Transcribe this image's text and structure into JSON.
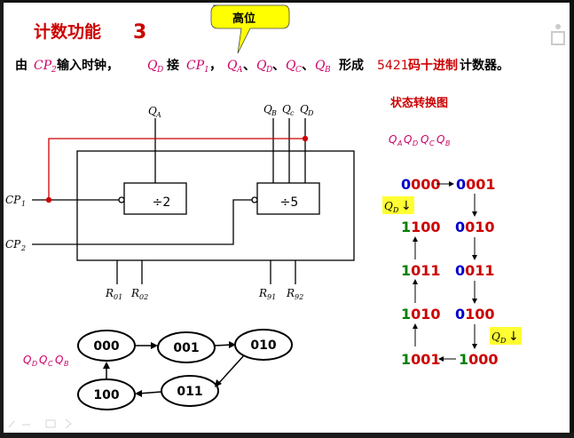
{
  "title": "计数功能",
  "title_number": "3",
  "callout": "高位",
  "subtitle": {
    "prefix": "由",
    "cp2": "CP",
    "cp2_sub": "2",
    "part1": "输入时钟，",
    "qd": "Q",
    "qd_sub": "D",
    "part2": "接",
    "cp1": "CP",
    "cp1_sub": "1",
    "comma1": "，",
    "qa": "Q",
    "qa_sub": "A",
    "sep1": "、",
    "qd2": "Q",
    "qd2_sub": "D",
    "sep2": "、",
    "qc": "Q",
    "qc_sub": "C",
    "sep3": "、",
    "qb": "Q",
    "qb_sub": "B",
    "part3": "形成",
    "code": "5421",
    "code_text": "码十进制",
    "part4": "计数器。"
  },
  "circuit": {
    "qa_label": "Q",
    "qa_sub": "A",
    "qb_label": "Q",
    "qb_sub": "B",
    "qc_label": "Q",
    "qc_sub": "c",
    "qd_label": "Q",
    "qd_sub": "D",
    "div2": "÷2",
    "div5": "÷5",
    "cp1_label": "CP",
    "cp1_sub": "1",
    "cp2_label": "CP",
    "cp2_sub": "2",
    "r01": "R",
    "r01_sub": "01",
    "r02": "R",
    "r02_sub": "02",
    "r91": "R",
    "r91_sub": "91",
    "r92": "R",
    "r92_sub": "92"
  },
  "state_diagram_small": {
    "axis_label": [
      "Q",
      "D",
      "Q",
      "C",
      "Q",
      "B"
    ],
    "states": [
      "000",
      "001",
      "010",
      "100",
      "011"
    ]
  },
  "state_diagram": {
    "title": "状态转换图",
    "header": [
      "Q",
      "A",
      "Q",
      "D",
      "Q",
      "C",
      "Q",
      "B"
    ],
    "left_column": [
      {
        "a": "0",
        "rest": "000"
      },
      {
        "a": "1",
        "rest": "100"
      },
      {
        "a": "1",
        "rest": "011"
      },
      {
        "a": "1",
        "rest": "010"
      },
      {
        "a": "1",
        "rest": "001"
      }
    ],
    "right_column": [
      {
        "a": "0",
        "rest": "001"
      },
      {
        "a": "0",
        "rest": "010"
      },
      {
        "a": "0",
        "rest": "011"
      },
      {
        "a": "0",
        "rest": "100"
      },
      {
        "a": "1",
        "rest": "000"
      }
    ],
    "qd_down_left": {
      "q": "Q",
      "sub": "D",
      "arrow": "↓"
    },
    "qd_down_right": {
      "q": "Q",
      "sub": "D",
      "arrow": "↓"
    }
  },
  "colors": {
    "title": "#cc0000",
    "subtitle_q": "#cc0066",
    "code": "#cc0000",
    "state_blue": "#0000cc",
    "state_green": "#008000",
    "state_red": "#cc0000",
    "highlight": "#ffff33",
    "wire_red": "#cc0000",
    "callout": "#ffff00"
  }
}
